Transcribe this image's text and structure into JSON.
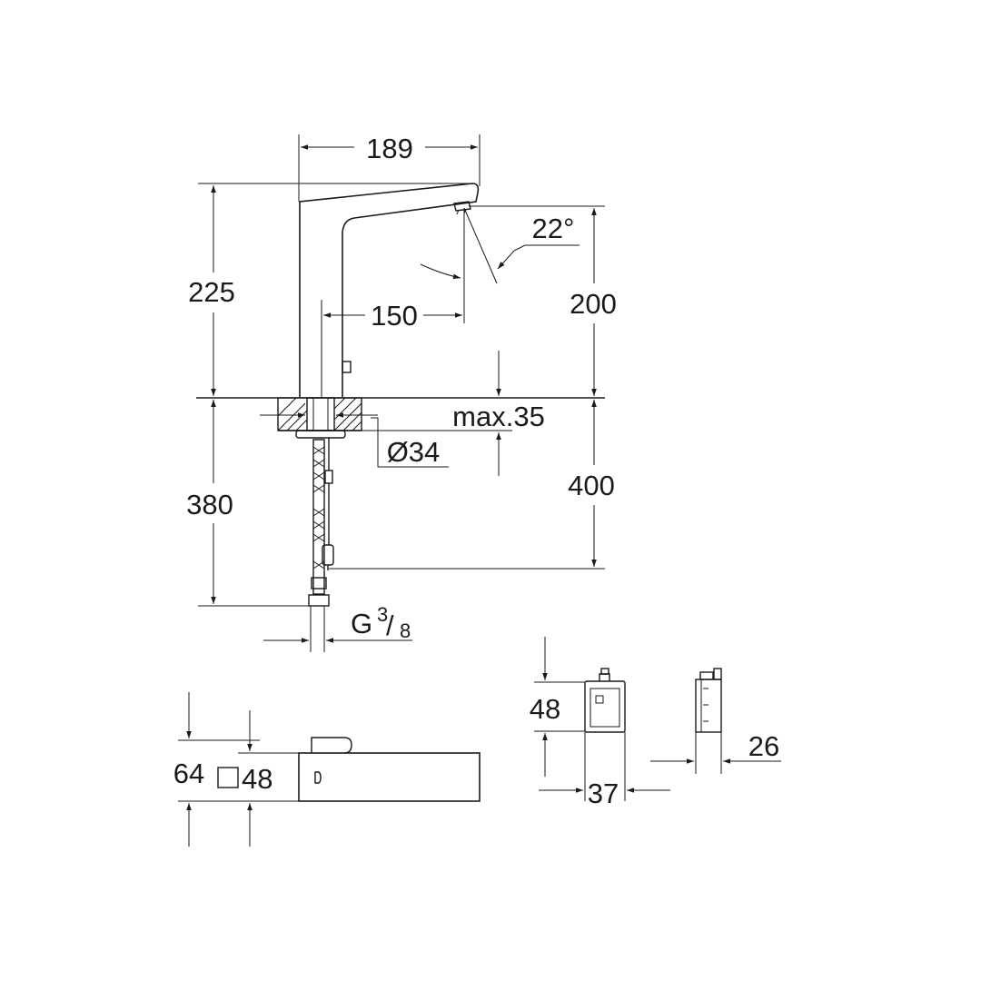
{
  "dimensions": {
    "spout_width": "189",
    "total_height": "225",
    "spout_height": "200",
    "spout_reach": "150",
    "spray_angle": "22°",
    "counter_thickness": "max.35",
    "hole_diameter": "Ø34",
    "hose_length": "380",
    "connection_depth": "400",
    "thread_main": "G",
    "thread_numerator": "3",
    "thread_slash": "/",
    "thread_denominator": "8",
    "base_height": "64",
    "base_square": "48",
    "sensor_height": "48",
    "sensor_width": "37",
    "sensor_depth": "26"
  },
  "colors": {
    "line": "#1a1a1a",
    "background": "#ffffff"
  }
}
